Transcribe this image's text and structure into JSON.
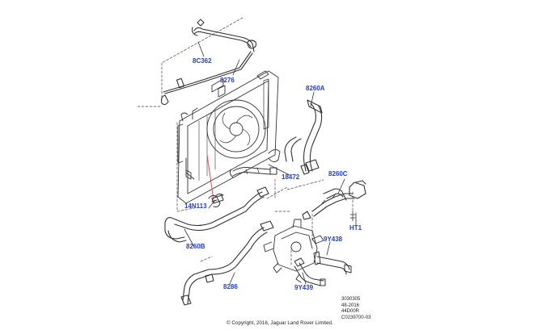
{
  "diagram": {
    "callouts": [
      {
        "id": "c1",
        "text": "8C362"
      },
      {
        "id": "c2",
        "text": "8276"
      },
      {
        "id": "c3",
        "text": "8260A"
      },
      {
        "id": "c4",
        "text": "18472"
      },
      {
        "id": "c5",
        "text": "8260C"
      },
      {
        "id": "c6",
        "text": "14N113"
      },
      {
        "id": "c7",
        "text": "HT1"
      },
      {
        "id": "c8",
        "text": "8260B"
      },
      {
        "id": "c9",
        "text": "9Y438"
      },
      {
        "id": "c10",
        "text": "8286"
      },
      {
        "id": "c11",
        "text": "9Y439"
      }
    ],
    "reference_lines": [
      "3030305",
      "48-2016",
      "44D00R",
      "C0239700-03"
    ],
    "copyright": "© Copyright, 2016, Jaguar Land Rover Limited.",
    "colors": {
      "callout": "#1f3fd0",
      "line": "#333333",
      "highlight": "#e05050"
    }
  }
}
